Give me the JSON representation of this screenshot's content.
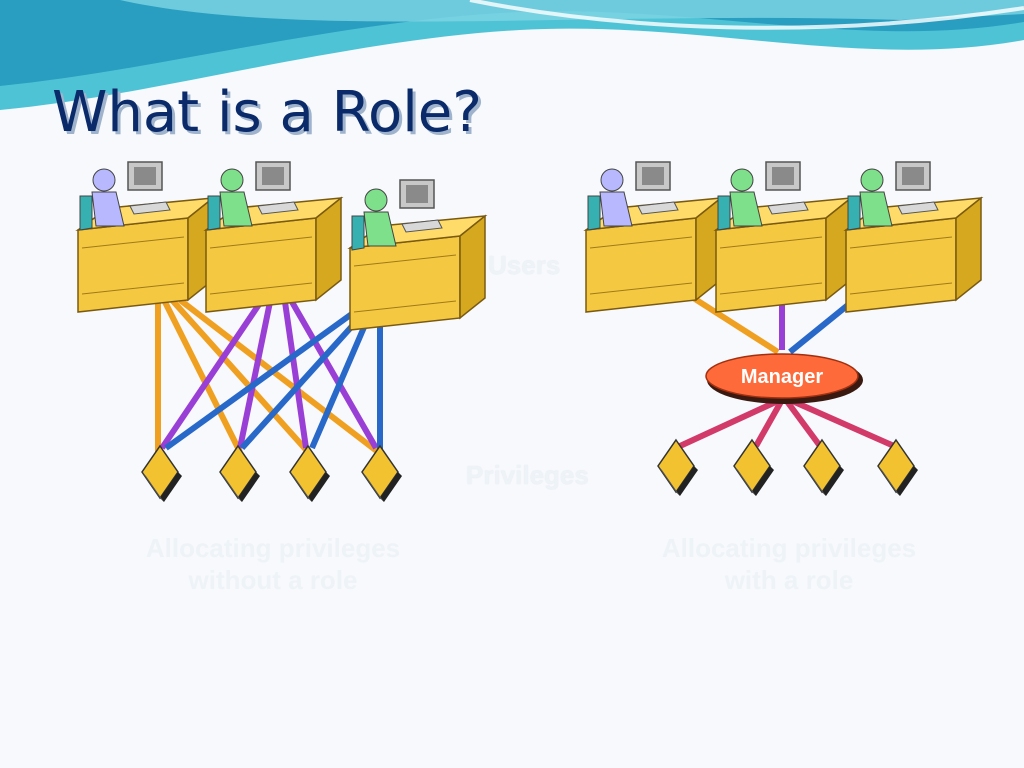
{
  "slide": {
    "title": "What is a Role?",
    "labels": {
      "users": "Users",
      "privileges": "Privileges"
    },
    "captions": {
      "left": [
        "Allocating privileges",
        "without a role"
      ],
      "right": [
        "Allocating privileges",
        "with a role"
      ]
    },
    "role_node": "Manager"
  },
  "colors": {
    "title": "#0a2a6a",
    "desk": "#f5c842",
    "privilege": "#f2c230",
    "orange_line": "#f0a020",
    "purple_line": "#9a3fd6",
    "blue_line": "#2868c8",
    "pink_line": "#d23a6a",
    "role_oval": "#ff6a3a"
  }
}
